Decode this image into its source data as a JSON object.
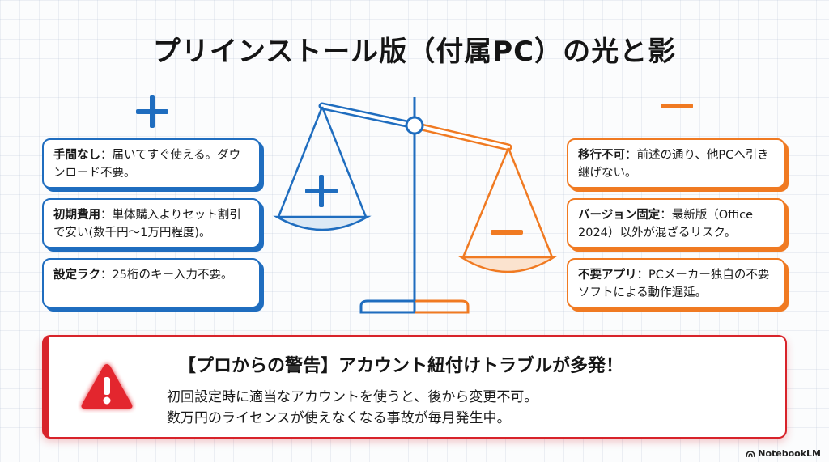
{
  "title": "プリインストール版（付属PC）の光と影",
  "left_cards": [
    {
      "label": "手間なし",
      "text": "：届いてすぐ使える。ダウンロード不要。"
    },
    {
      "label": "初期費用",
      "text": "：単体購入よりセット割引で安い(数千円〜1万円程度)。"
    },
    {
      "label": "設定ラク",
      "text": "：25桁のキー入力不要。"
    }
  ],
  "right_cards": [
    {
      "label": "移行不可",
      "text": "：前述の通り、他PCへ引き継げない。"
    },
    {
      "label": "バージョン固定",
      "text": "：最新版（Office 2024）以外が混ざるリスク。"
    },
    {
      "label": "不要アプリ",
      "text": "：PCメーカー独自の不要ソフトによる動作遅延。"
    }
  ],
  "warning": {
    "title": "【プロからの警告】アカウント紐付けトラブルが多発！",
    "line1": "初回設定時に適当なアカウントを使うと、後から変更不可。",
    "line2": "数万円のライセンスが使えなくなる事故が毎月発生中。"
  },
  "watermark": "NotebookLM",
  "colors": {
    "plus": "#1f6dbf",
    "minus": "#f07a22",
    "alert": "#d8232a"
  },
  "icons": {
    "plus": "plus-icon",
    "minus": "minus-icon",
    "warning": "warning-triangle-icon",
    "scale": "balance-scale-icon"
  }
}
